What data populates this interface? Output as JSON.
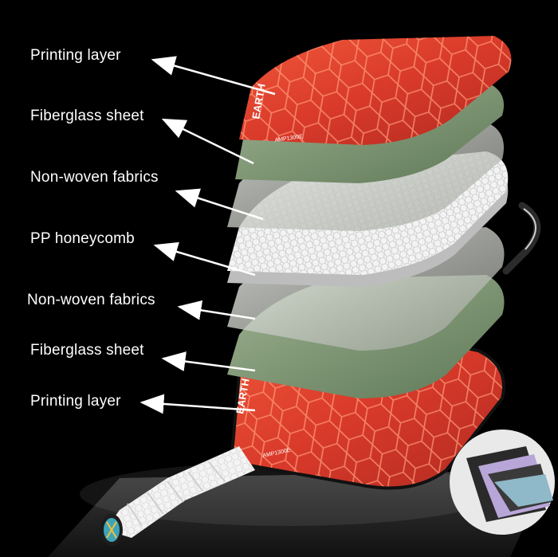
{
  "labels": [
    {
      "id": "printing-layer-top",
      "text": "Printing layer"
    },
    {
      "id": "fiberglass-sheet-top",
      "text": "Fiberglass sheet"
    },
    {
      "id": "non-woven-fabrics-top",
      "text": "Non-woven fabrics"
    },
    {
      "id": "pp-honeycomb",
      "text": "PP honeycomb"
    },
    {
      "id": "non-woven-fabrics-bottom",
      "text": "Non-woven fabrics"
    },
    {
      "id": "fiberglass-sheet-bottom",
      "text": "Fiberglass sheet"
    },
    {
      "id": "printing-layer-bottom",
      "text": "Printing layer"
    }
  ],
  "paddle": {
    "brand_text": "EARTH",
    "model_text": "AMP1300E"
  },
  "colors": {
    "background": "#000000",
    "printing_layer": "#e2402e",
    "fiberglass": "#7d9472",
    "non_woven": "#d9ddd5",
    "honeycomb": "#f2f2f2",
    "arrow": "#ffffff"
  }
}
